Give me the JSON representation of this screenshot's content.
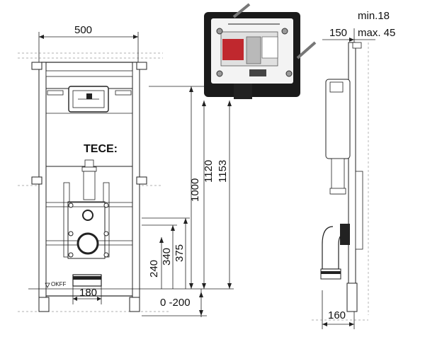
{
  "labels": {
    "width_500": "500",
    "depth_150": "150",
    "min_depth": "min.18",
    "max_depth": "max. 45",
    "brand": "TECE:",
    "h_1000": "1000",
    "h_1120": "1120",
    "h_1153": "1153",
    "h_240": "240",
    "h_340": "340",
    "h_375": "375",
    "floor_adjust": "0 -200",
    "width_180": "180",
    "depth_160": "160",
    "okff": "OKFF"
  },
  "colors": {
    "line": "#222222",
    "panel_dark": "#1a1a1a",
    "flush_red": "#c0282e",
    "frame_gray": "#cfcfcf",
    "bg": "#ffffff"
  }
}
